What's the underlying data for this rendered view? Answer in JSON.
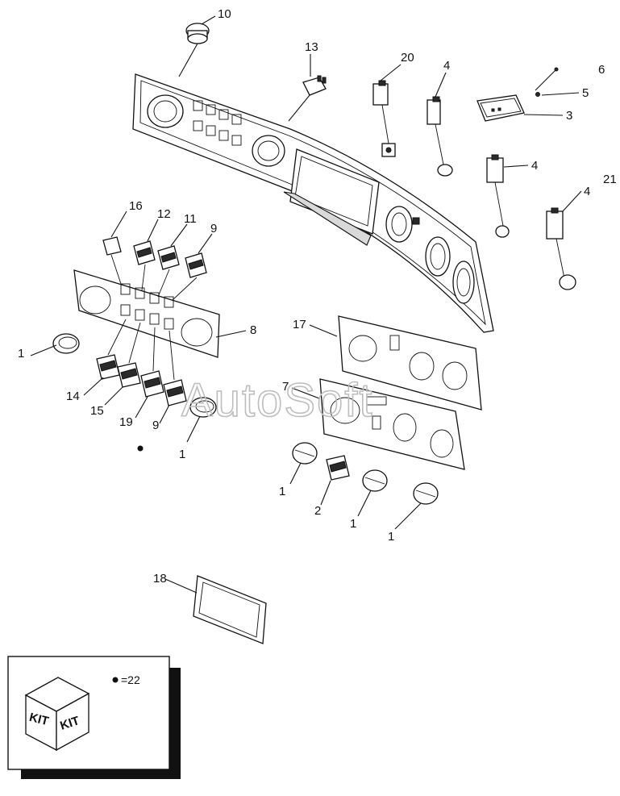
{
  "watermark": "AutoSoft",
  "callouts": {
    "c10": "10",
    "c13": "13",
    "c20": "20",
    "c4a": "4",
    "c6": "6",
    "c5": "5",
    "c3": "3",
    "c4b": "4",
    "c21": "21",
    "c4c": "4",
    "c16": "16",
    "c12": "12",
    "c11": "11",
    "c9a": "9",
    "c8": "8",
    "c1a": "1",
    "c14": "14",
    "c15": "15",
    "c19": "19",
    "c9b": "9",
    "c1b": "1",
    "c17": "17",
    "c7": "7",
    "c1c": "1",
    "c2": "2",
    "c1d": "1",
    "c1e": "1",
    "c18": "18"
  },
  "legend": {
    "kit_label_left": "KIT",
    "kit_label_right": "KIT",
    "dot_note": "=22"
  }
}
